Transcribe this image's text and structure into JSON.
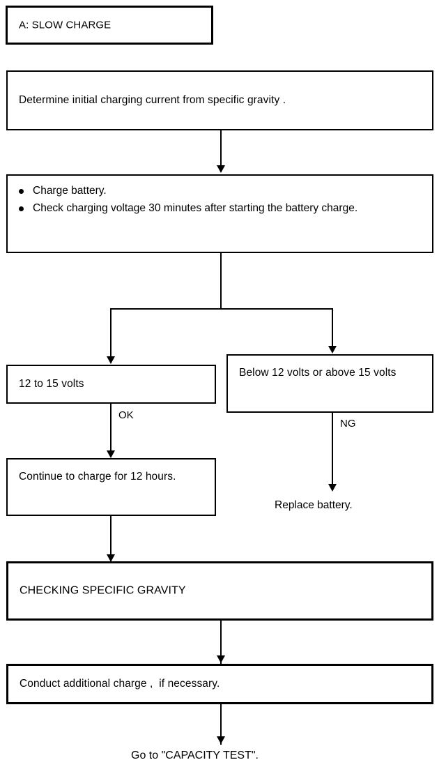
{
  "diagram": {
    "title": "A: SLOW CHARGE",
    "nodes": {
      "title_box": {
        "label": "A: SLOW CHARGE"
      },
      "determine": {
        "label": "Determine initial charging current from specific gravity ."
      },
      "charge_steps": {
        "bullets": [
          "Charge battery.",
          "Check charging voltage 30 minutes after starting the battery charge."
        ]
      },
      "ok_branch": {
        "label": "12 to 15 volts"
      },
      "ng_branch": {
        "label": "Below 12 volts or above 15 volts"
      },
      "continue_charge": {
        "label": "Continue to charge for 12 hours."
      },
      "replace_battery": {
        "label": "Replace battery."
      },
      "checking_gravity": {
        "label": "CHECKING SPECIFIC GRAVITY"
      },
      "additional_charge": {
        "label": "Conduct additional charge ,  if necessary."
      },
      "capacity_test": {
        "label": "Go to \"CAPACITY TEST\"."
      }
    },
    "edge_labels": {
      "ok": "OK",
      "ng": "NG"
    },
    "colors": {
      "line": "#000000",
      "background": "#ffffff",
      "text": "#000000"
    }
  }
}
